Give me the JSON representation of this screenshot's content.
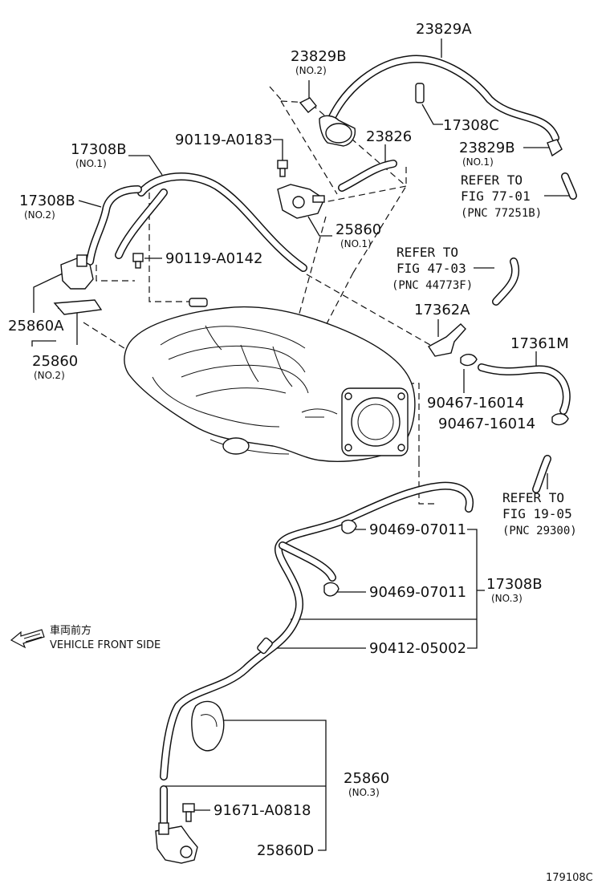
{
  "callouts": {
    "c23829A": "23829A",
    "c23829B_top": "23829B",
    "c23829B_top_sub": "(NO.2)",
    "c17308C": "17308C",
    "c23826": "23826",
    "c90119_A0183": "90119-A0183",
    "c17308B_1": "17308B",
    "c17308B_1_sub": "(NO.1)",
    "c23829B_right": "23829B",
    "c23829B_right_sub": "(NO.1)",
    "c17308B_2": "17308B",
    "c17308B_2_sub": "(NO.2)",
    "c25860_1": "25860",
    "c25860_1_sub": "(NO.1)",
    "c90119_A0142": "90119-A0142",
    "c25860A": "25860A",
    "c25860_2": "25860",
    "c25860_2_sub": "(NO.2)",
    "c17362A": "17362A",
    "c17361M": "17361M",
    "c90467_a": "90467-16014",
    "c90467_b": "90467-16014",
    "c90469_a": "90469-07011",
    "c90469_b": "90469-07011",
    "c17308B_3": "17308B",
    "c17308B_3_sub": "(NO.3)",
    "c90412": "90412-05002",
    "c25860_3": "25860",
    "c25860_3_sub": "(NO.3)",
    "c91671": "91671-A0818",
    "c25860D": "25860D"
  },
  "references": {
    "ref77": {
      "line1": "REFER TO",
      "line2": "FIG 77-01",
      "line3": "(PNC 77251B)"
    },
    "ref47": {
      "line1": "REFER TO",
      "line2": "FIG 47-03",
      "line3": "(PNC 44773F)"
    },
    "ref19": {
      "line1": "REFER TO",
      "line2": "FIG 19-05",
      "line3": "(PNC 29300)"
    }
  },
  "front_note": {
    "japanese": "車両前方",
    "english": "VEHICLE FRONT SIDE",
    "arrow_icon": "front-direction-arrow-icon"
  },
  "figure_id": "179108C"
}
